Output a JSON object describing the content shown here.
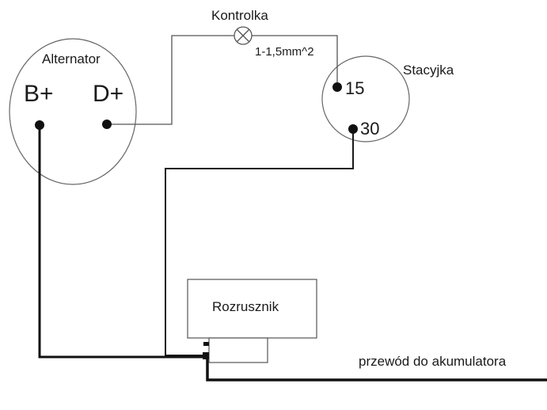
{
  "diagram": {
    "alternator": {
      "title": "Alternator",
      "terminal_b": "B+",
      "terminal_d": "D+"
    },
    "warning_lamp": {
      "label": "Kontrolka",
      "wire_spec": "1-1,5mm^2"
    },
    "ignition_switch": {
      "title": "Stacyjka",
      "terminal_15": "15",
      "terminal_30": "30"
    },
    "starter": {
      "label": "Rozrusznik"
    },
    "battery_cable": {
      "label": "przewód do akumulatora"
    }
  }
}
